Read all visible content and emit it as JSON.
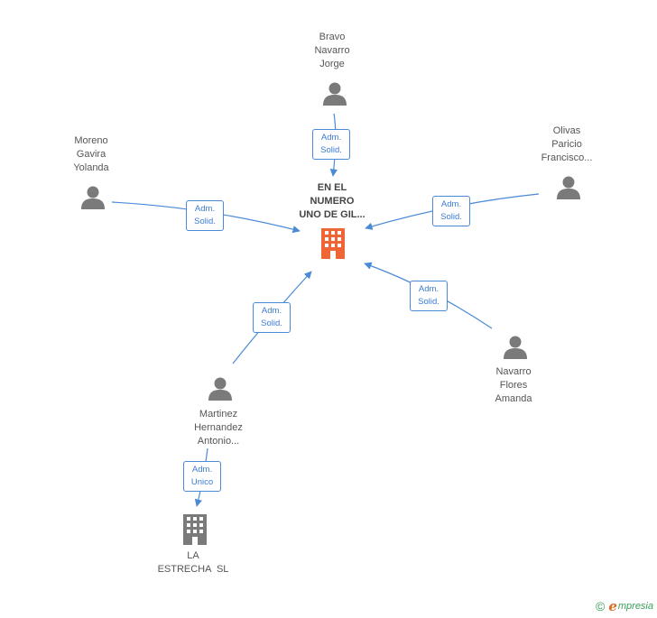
{
  "colors": {
    "edge": "#4a8ad6",
    "person": "#7a7a7a",
    "company_main": "#f06535",
    "company_other": "#7a7a7a"
  },
  "nodes": {
    "main_company": {
      "lines": [
        "EN EL",
        "NUMERO",
        "UNO DE GIL..."
      ]
    },
    "bravo": {
      "lines": [
        "Bravo",
        "Navarro",
        "Jorge"
      ]
    },
    "moreno": {
      "lines": [
        "Moreno",
        "Gavira",
        "Yolanda"
      ]
    },
    "olivas": {
      "lines": [
        "Olivas",
        "Paricio",
        "Francisco..."
      ]
    },
    "navarro": {
      "lines": [
        "Navarro",
        "Flores",
        "Amanda"
      ]
    },
    "martinez": {
      "lines": [
        "Martinez",
        "Hernandez",
        "Antonio..."
      ]
    },
    "la_estrecha": {
      "lines": [
        "LA",
        "ESTRECHA  SL"
      ]
    }
  },
  "edges": {
    "bravo": [
      "Adm.",
      "Solid."
    ],
    "moreno": [
      "Adm.",
      "Solid."
    ],
    "olivas": [
      "Adm.",
      "Solid."
    ],
    "navarro": [
      "Adm.",
      "Solid."
    ],
    "martinez": [
      "Adm.",
      "Solid."
    ],
    "martinez_la_estrecha": [
      "Adm.",
      "Unico"
    ]
  },
  "brand": {
    "copyright": "©",
    "initial": "e",
    "rest": "mpresia"
  }
}
